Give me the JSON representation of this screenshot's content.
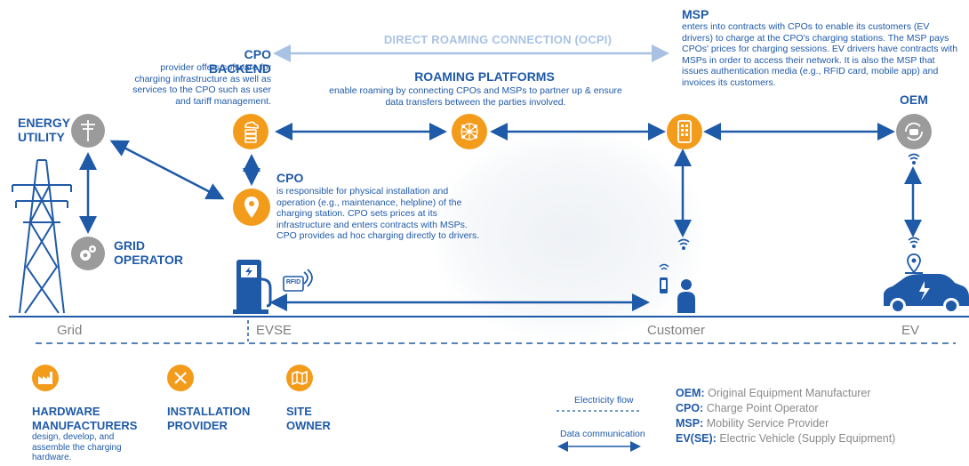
{
  "top": {
    "direct_roaming": "DIRECT ROAMING CONNECTION (OCPI)",
    "msp_title": "MSP",
    "msp_desc": "enters into contracts with CPOs to enable its customers (EV drivers) to charge at the CPO's charging stations. The MSP pays CPOs' prices for charging sessions. EV drivers have contracts with MSPs in order to access their network. It is also the MSP that issues authentication media (e.g., RFID card, mobile app) and invoices its customers.",
    "cpo_backend_title": "CPO BACKEND",
    "cpo_backend_desc": "provider offers software for charging infrastructure as well as services to the CPO such as user and tariff management.",
    "roaming_title": "ROAMING PLATFORMS",
    "roaming_desc": "enable roaming by connecting CPOs and MSPs to partner up & ensure data transfers between the parties involved.",
    "oem_title": "OEM",
    "energy_title": "ENERGY UTILITY",
    "grid_operator_title": "GRID OPERATOR",
    "cpo_title": "CPO",
    "cpo_desc": "is responsible for physical installation and operation (e.g., maintenance, helpline) of the charging station. CPO sets prices at its infrastructure and enters contracts with MSPs. CPO provides ad hoc charging directly to drivers.",
    "rfid_label": "RFID"
  },
  "axis": {
    "grid": "Grid",
    "evse": "EVSE",
    "customer": "Customer",
    "ev": "EV"
  },
  "bottom": {
    "hardware_title": "HARDWARE MANUFACTURERS",
    "hardware_desc": "design, develop, and assemble the charging hardware.",
    "installation_title": "INSTALLATION PROVIDER",
    "site_owner_title": "SITE OWNER"
  },
  "legend": {
    "electricity_flow": "Electricity flow",
    "data_communication": "Data communication",
    "abbreviations": [
      {
        "abbr": "OEM:",
        "text": "Original Equipment Manufacturer"
      },
      {
        "abbr": "CPO:",
        "text": "Charge Point Operator"
      },
      {
        "abbr": "MSP:",
        "text": "Mobility Service Provider"
      },
      {
        "abbr": "EV(SE):",
        "text": "Electric Vehicle (Supply Equipment)"
      }
    ]
  },
  "colors": {
    "blue": "#1f5aa8",
    "orange": "#f39c1c",
    "grey": "#9b9b9b",
    "light_blue": "#a9c2e3"
  },
  "icons": [
    "transmission-tower-icon",
    "power-pole-icon",
    "gears-icon",
    "server-cloud-icon",
    "location-pin-icon",
    "network-globe-icon",
    "smartphone-icon",
    "car-sync-icon",
    "wireless-signal-icon",
    "charging-station-icon",
    "rfid-card-icon",
    "person-icon",
    "electric-car-icon",
    "factory-icon",
    "tools-icon",
    "map-icon"
  ]
}
